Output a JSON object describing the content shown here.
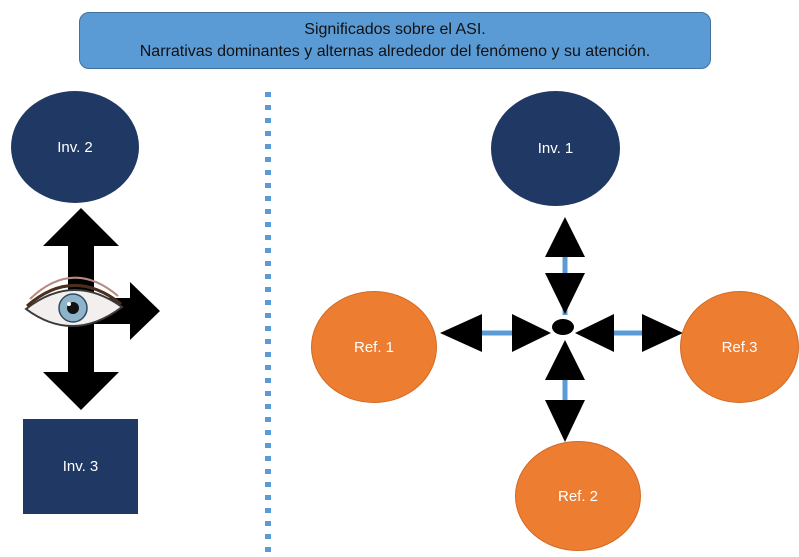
{
  "title": {
    "line1": "Significados sobre el ASI.",
    "line2": "Narrativas dominantes y alternas alrededor del fenómeno  y su atención."
  },
  "left_panel": {
    "inv2": "Inv. 2",
    "inv3": "Inv. 3",
    "eye_icon": "eye-icon"
  },
  "right_panel": {
    "inv1": "Inv. 1",
    "ref1": "Ref. 1",
    "ref2": "Ref. 2",
    "ref3": "Ref.3"
  },
  "colors": {
    "title_fill": "#5b9bd5",
    "navy": "#203864",
    "orange": "#ed7d31",
    "divider": "#5b9bd5",
    "connector": "#5b9bd5",
    "arrow": "#000000"
  }
}
